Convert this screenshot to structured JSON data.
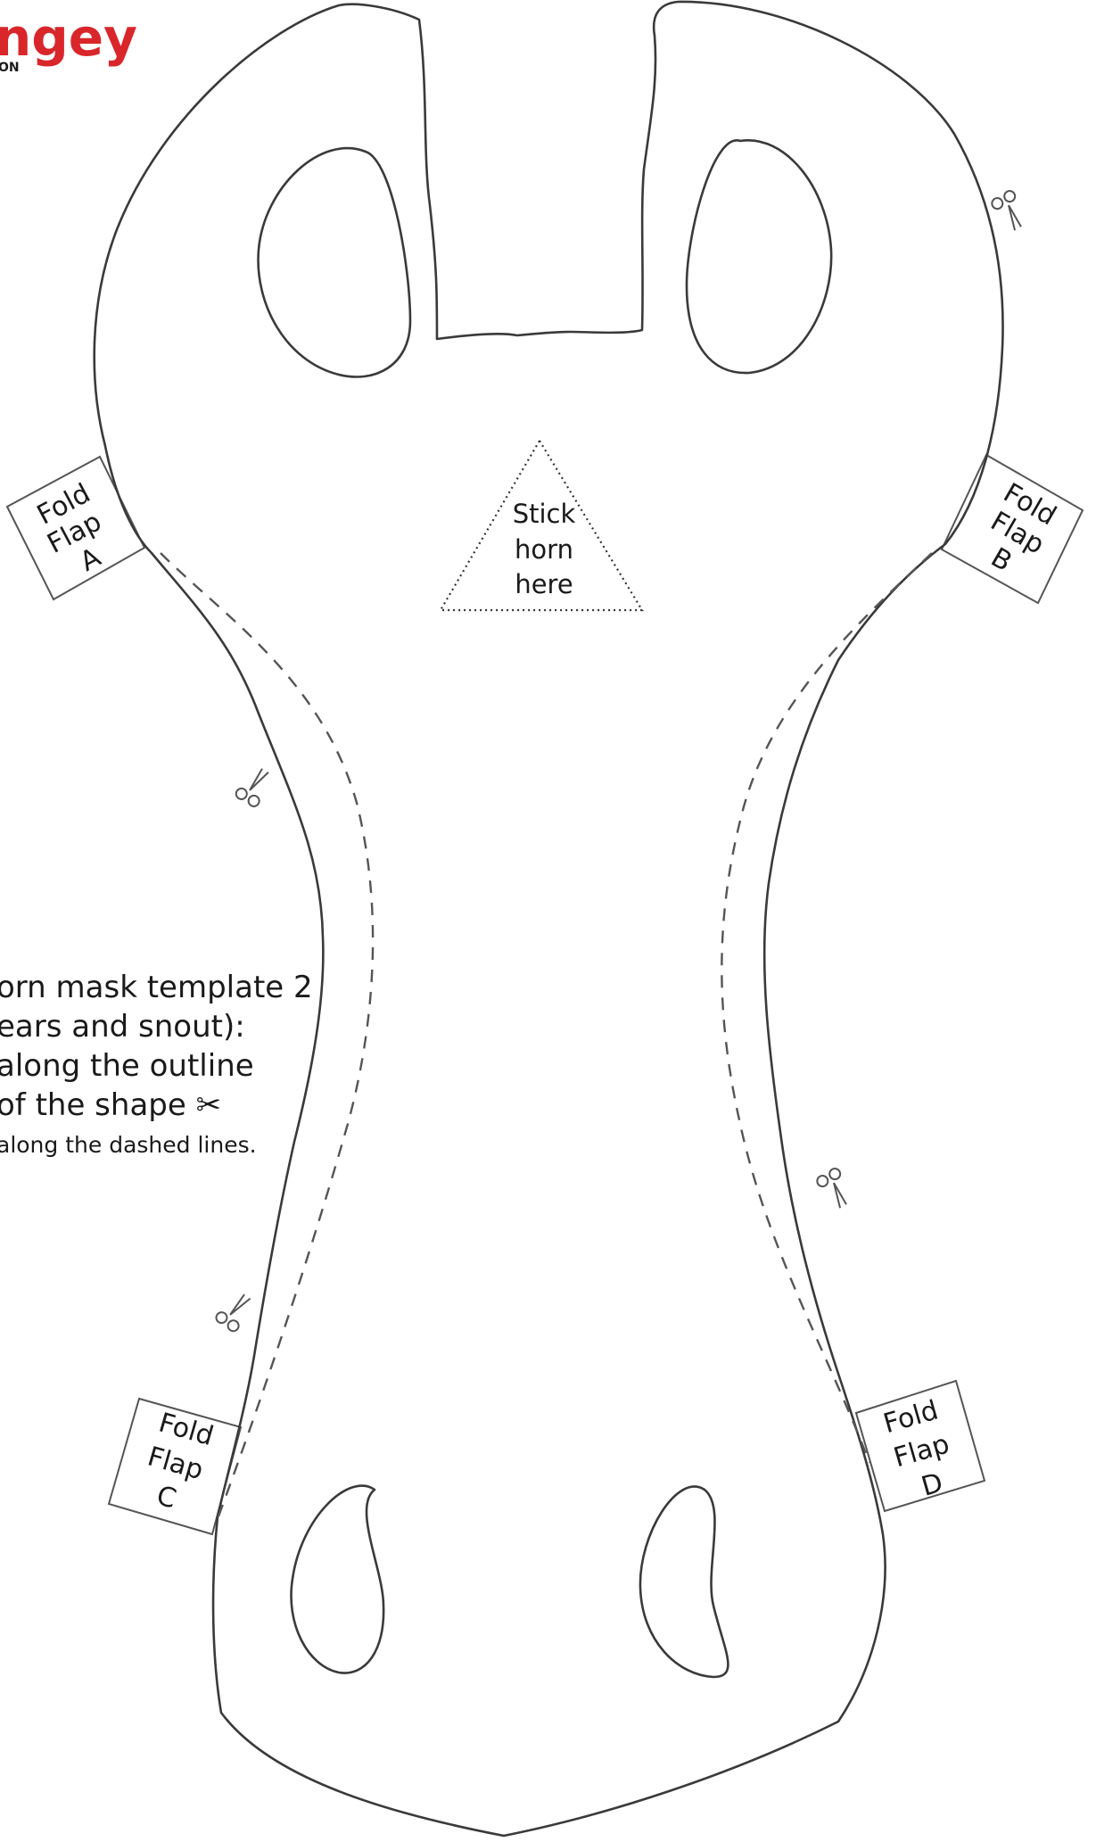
{
  "logo": {
    "text": "ngey",
    "subtext": "ON"
  },
  "horn_area": {
    "line1": "Stick",
    "line2": "horn",
    "line3": "here"
  },
  "flaps": {
    "a": {
      "line1": "Fold",
      "line2": "Flap",
      "line3": "A"
    },
    "b": {
      "line1": "Fold",
      "line2": "Flap",
      "line3": "B"
    },
    "c": {
      "line1": "Fold",
      "line2": "Flap",
      "line3": "C"
    },
    "d": {
      "line1": "Fold",
      "line2": "Flap",
      "line3": "D"
    }
  },
  "instructions": {
    "line1": "orn mask template 2",
    "line2": "ears and snout):",
    "line3": "along the outline",
    "line4": "of the shape ✂",
    "line5": "along the dashed lines."
  },
  "icons": [
    "scissors-icon"
  ],
  "colors": {
    "logo": "#d9262b",
    "outline": "#3a3a3a"
  }
}
